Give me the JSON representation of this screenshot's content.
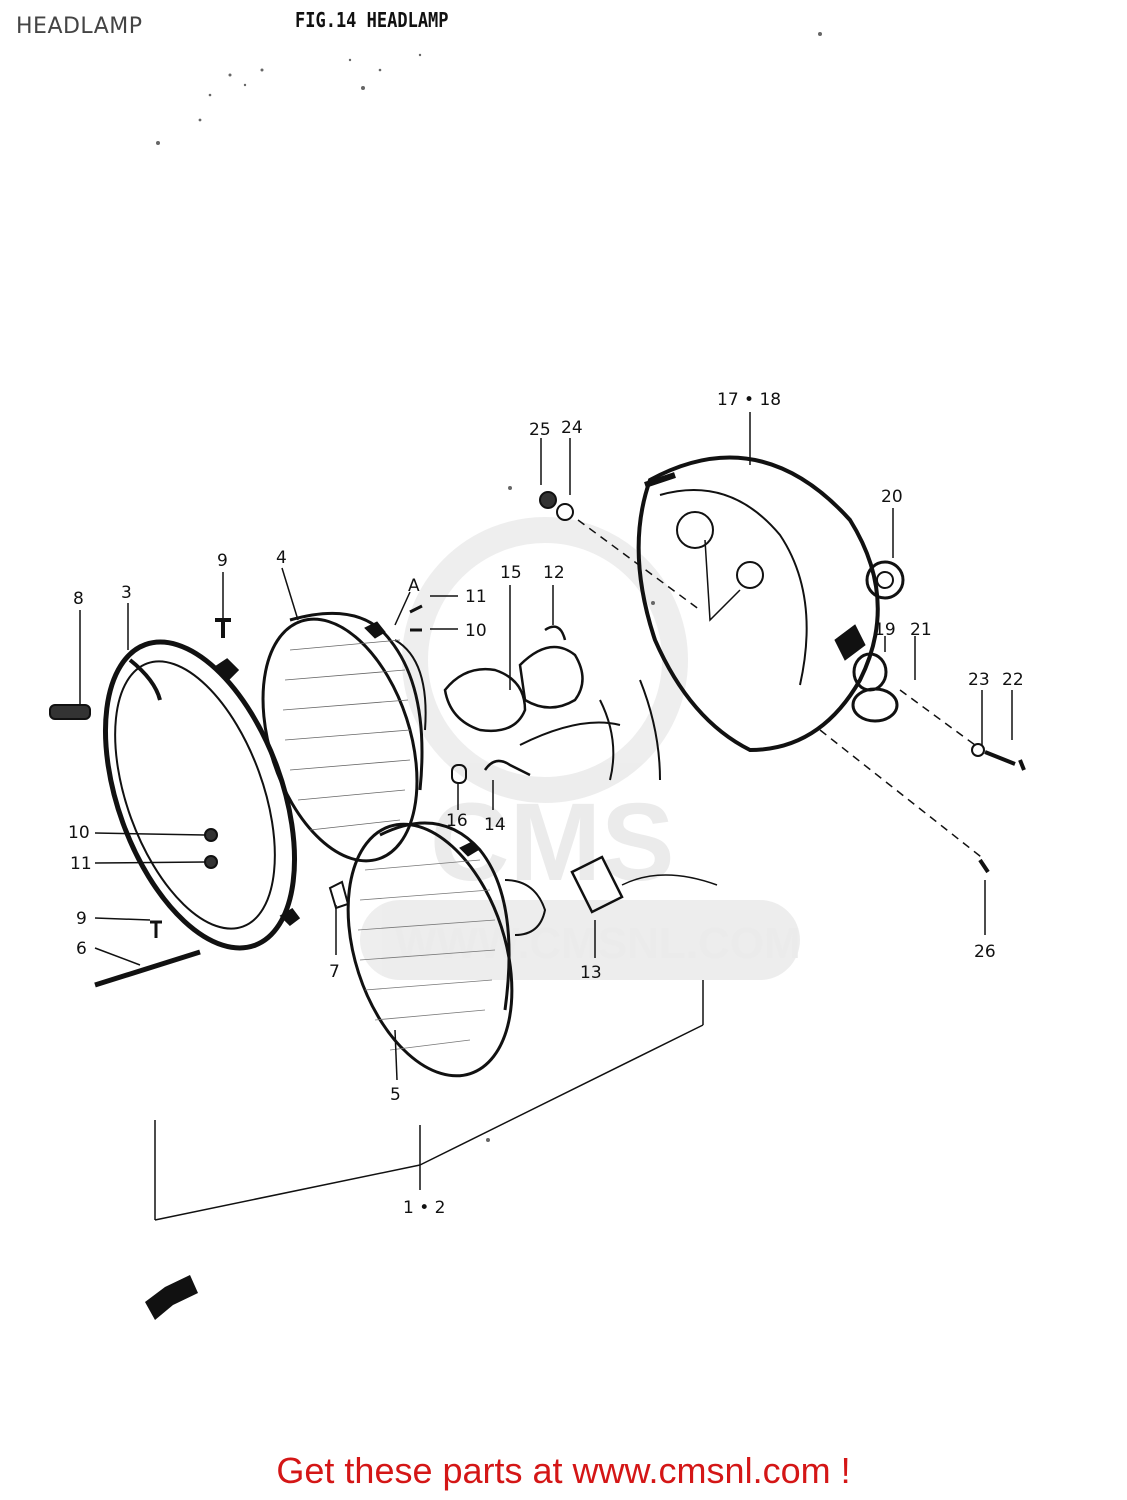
{
  "header": {
    "title": "HEADLAMP",
    "figure_title": "FIG.14 HEADLAMP"
  },
  "watermark": {
    "brand": "CMS",
    "url": "WWW.CMSNL.COM"
  },
  "callouts": [
    "1 • 2",
    "3",
    "4",
    "5",
    "6",
    "7",
    "8",
    "9",
    "9",
    "10",
    "10",
    "11",
    "11",
    "12",
    "13",
    "14",
    "15",
    "16",
    "17 • 18",
    "19",
    "20",
    "21",
    "22",
    "23",
    "24",
    "25",
    "26",
    "A"
  ],
  "footer": {
    "text": "Get these parts at www.cmsnl.com !",
    "color": "#d41616"
  }
}
